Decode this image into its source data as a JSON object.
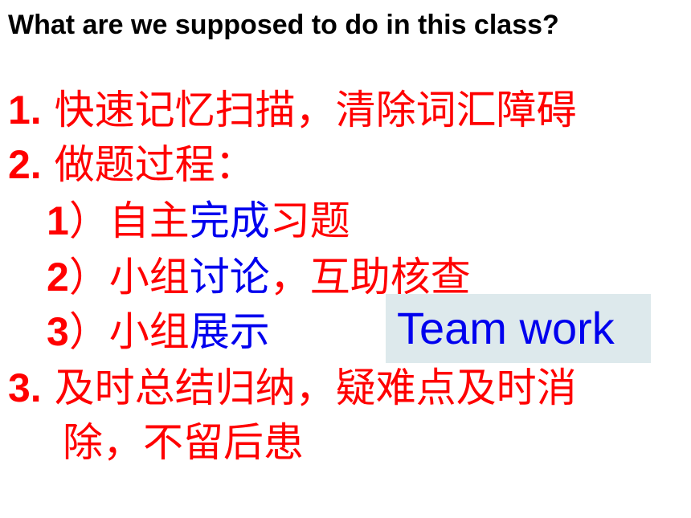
{
  "title": "What are we supposed to do in this class?",
  "items": [
    {
      "num": "1.",
      "text": " 快速记忆扫描，清除词汇障碍"
    },
    {
      "num": "2.",
      "text": " 做题过程："
    },
    {
      "num": "1",
      "parts": [
        "）自主",
        "完成",
        "习题"
      ]
    },
    {
      "num": "2",
      "parts": [
        "）小组",
        "讨论",
        "，互助核查"
      ]
    },
    {
      "num": "3",
      "parts": [
        "）小组",
        "展示"
      ]
    },
    {
      "num": "3.",
      "text": " 及时总结归纳，疑难点及时消"
    },
    {
      "text": "除，不留后患"
    }
  ],
  "team_work": "Team work",
  "colors": {
    "text_red": "#ff0000",
    "text_blue": "#0000ee",
    "title_black": "#000000",
    "team_work_bg": "#dde9ec"
  }
}
